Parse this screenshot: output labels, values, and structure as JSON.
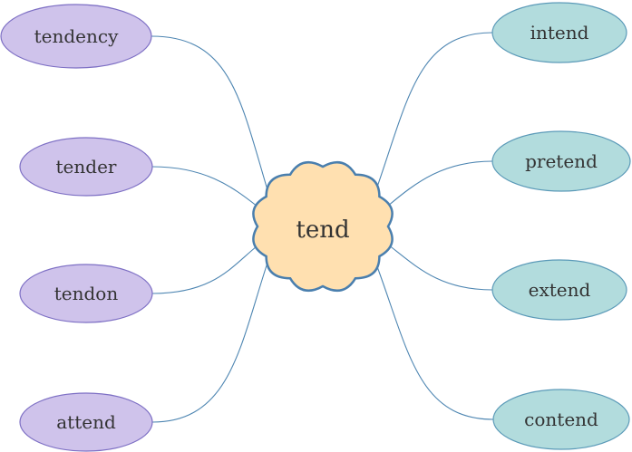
{
  "center": {
    "word": "tend",
    "fill": "#FFE0B0",
    "stroke": "#4A7FAE"
  },
  "left_nodes": [
    {
      "word": "tendency"
    },
    {
      "word": "tender"
    },
    {
      "word": "tendon"
    },
    {
      "word": "attend"
    }
  ],
  "right_nodes": [
    {
      "word": "intend"
    },
    {
      "word": "pretend"
    },
    {
      "word": "extend"
    },
    {
      "word": "contend"
    }
  ],
  "colors": {
    "left_fill": "#CFC3EB",
    "left_stroke": "#7D6FC4",
    "right_fill": "#B2DCDD",
    "right_stroke": "#5B9AB8",
    "connector": "#4E86B2"
  }
}
